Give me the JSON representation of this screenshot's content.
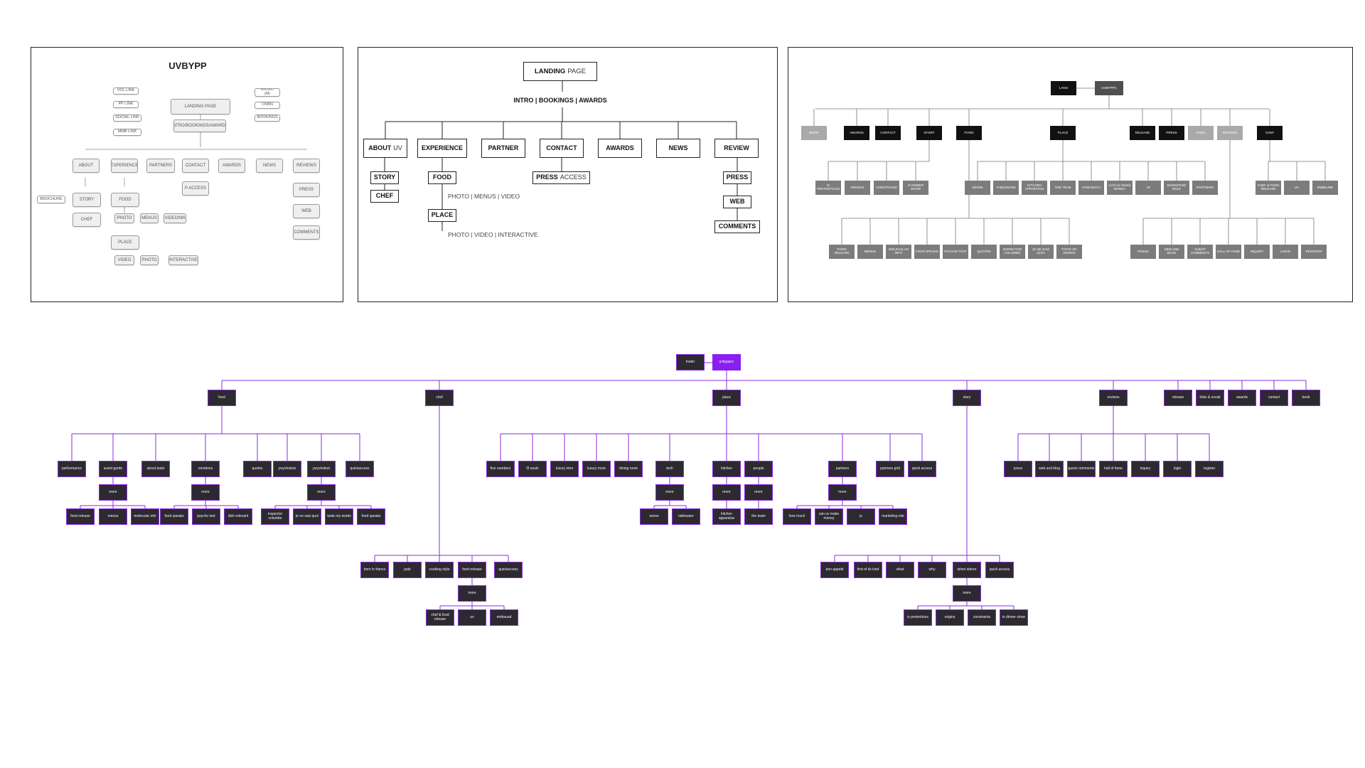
{
  "colors": {
    "purple": "#8a1ff0",
    "dark_node": "#2c2a30",
    "black_node": "#111111",
    "grey_node": "#7c7c7c",
    "light_node": "#a9a9a9"
  },
  "panel1": {
    "title": "UVBYPP",
    "nodes": [
      "VOL LINK",
      "PP LINK",
      "SOCIAL LINK",
      "MMB LINK",
      "MUSIC\n(M)",
      "CNBN",
      "BOOKINGS",
      "LANDING PAGE",
      "INTRO/BOOKINGS/AWARDS",
      "ABOUT",
      "EXPERIENCE",
      "PARTNERS",
      "CONTACT",
      "AWARDS",
      "NEWS",
      "REVIEWS",
      "BROCHURE",
      "STORY",
      "CHEF",
      "FOOD",
      "PHOTO",
      "MENUS",
      "VIDEO/IMI",
      "PLACE",
      "VIDEO",
      "PHOTO",
      "INTERACTIVE",
      "P ACCESS",
      "PRESS",
      "WEB",
      "COMMENTS"
    ]
  },
  "panel2": {
    "landing_bold": "LANDING",
    "landing_light": "PAGE",
    "intro": "INTRO | BOOKINGS | AWARDS",
    "about_bold": "ABOUT",
    "about_light": "UV",
    "experience": "EXPERIENCE",
    "partner": "PARTNER",
    "contact": "CONTACT",
    "awards": "AWARDS",
    "news": "NEWS",
    "review": "REVIEW",
    "story": "STORY",
    "chef": "CHEF",
    "food": "FOOD",
    "food_sub": "PHOTO | MENUS | VIDEO",
    "place": "PLACE",
    "place_sub": "PHOTO | VIDEO | INTERACTIVE",
    "press_bold": "PRESS",
    "press_light": "ACCESS",
    "press": "PRESS",
    "web": "WEB",
    "comments": "COMMENTS"
  },
  "panel3": {
    "nodes": [
      "LANG",
      "UVBYPPC",
      "BOOK",
      "AWARDS",
      "CONTACT",
      "STORY",
      "FOOD",
      "PLACE",
      "RELEASE",
      "PRESS",
      "LINKS",
      "REVIEWS",
      "CHEF",
      "GI\nPRETENTIOUS",
      "ORIGINS",
      "CONSTRAINS",
      "IS DINNER\nSHOW",
      "SENSE",
      "TABLEWARE",
      "KITCHEN\nAPPARATUS",
      "THE TEAM",
      "HOW MUCH",
      "CAN UV MAKE\nMONEY",
      "JS",
      "MARKETING\nROLE",
      "PARTNERS",
      "CHEF & FOOD\nRELEASE",
      "UV",
      "EMBEUND",
      "FOOD\nRELEASE",
      "MENUS",
      "MOLECULAR\nINFO",
      "FOOD SPEAKS",
      "PSYCHO TEST",
      "QUOTES",
      "INSPECTOR\nCOLUMBO",
      "JE NE SAIS\nQUOI",
      "TASTE MY\nWORDS",
      "PRESS",
      "WEB AND\nBLOG",
      "GUEST\nCOMMENTS",
      "HALL OF FAME",
      "INQUIRY",
      "LOGIN",
      "REGISTER"
    ]
  },
  "panel4": {
    "top": [
      "trailer",
      "uvbyppcc"
    ],
    "level1": [
      "food",
      "chef",
      "place",
      "story",
      "reviews",
      "release",
      "links & social",
      "awards",
      "contact",
      "book"
    ],
    "food_children": [
      "performance",
      "avant garde",
      "about taste",
      "emotions",
      "quotes",
      "psychotest",
      "psychotest",
      "quickaccess"
    ],
    "food_more": [
      "more",
      "more",
      "more"
    ],
    "food_leaves": [
      "food release",
      "menus",
      "molecular info",
      "food speaks",
      "psycho test",
      "dish relevant",
      "inspector\ncolumbo",
      "je ne sais quoi",
      "taste my words",
      "food speaks"
    ],
    "chef_children": [
      "born in france",
      "jade",
      "cooking style",
      "food release",
      "quickaccess"
    ],
    "chef_more": "more",
    "chef_leaves": [
      "chef & food\nrelease",
      "uv",
      "embauud"
    ],
    "place_children": [
      "five numbers",
      "f3 souls",
      "luxury intro",
      "luxury more",
      "dining room",
      "tech",
      "kitchen",
      "people",
      "partners",
      "partners grid",
      "quick access"
    ],
    "place_more": [
      "more",
      "more",
      "more",
      "more"
    ],
    "place_leaves": [
      "sense",
      "tableware",
      "kitchen apparatus",
      "the team",
      "how much",
      "can uv make\nmoney",
      "js",
      "marketing role"
    ],
    "story_children": [
      "bon appetit",
      "first of its kind",
      "what",
      "why",
      "when where",
      "quick access"
    ],
    "story_more": "more",
    "story_leaves": [
      "is pretentious",
      "origins",
      "constraints",
      "is dinner show"
    ],
    "reviews_children": [
      "press",
      "web and blog",
      "guest comments",
      "hall of fame",
      "inquiry",
      "login",
      "register"
    ]
  }
}
